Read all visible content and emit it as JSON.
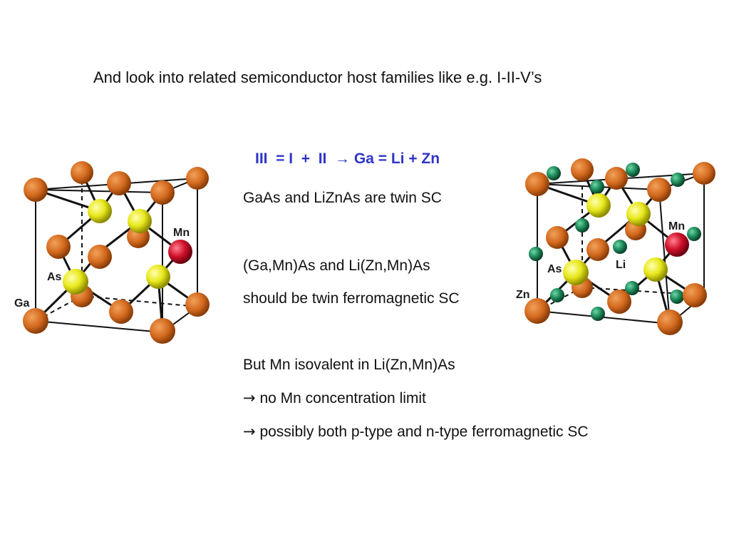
{
  "slide": {
    "title": "And look into related semiconductor host families like e.g. I-II-V’s",
    "formula": "III  = I  +  II  → Ga = Li + Zn",
    "lines": [
      "GaAs and LiZnAs are twin SC",
      "(Ga,Mn)As and Li(Zn,Mn)As",
      "should be twin ferromagnetic SC",
      "But Mn isovalent in Li(Zn,Mn)As",
      "no Mn concentration limit",
      "possibly both p-type and n-type ferromagnetic SC"
    ],
    "arrow_glyph": "→"
  },
  "left_crystal": {
    "labels": {
      "ga": "Ga",
      "as": "As",
      "mn": "Mn"
    }
  },
  "right_crystal": {
    "labels": {
      "zn": "Zn",
      "as": "As",
      "li": "Li",
      "mn": "Mn"
    }
  },
  "colors": {
    "ga_zn_atom": "#d2691e",
    "as_atom": "#e8e81c",
    "mn_atom": "#d0102a",
    "li_atom": "#1e8a5a",
    "formula_text": "#2f35c8"
  }
}
